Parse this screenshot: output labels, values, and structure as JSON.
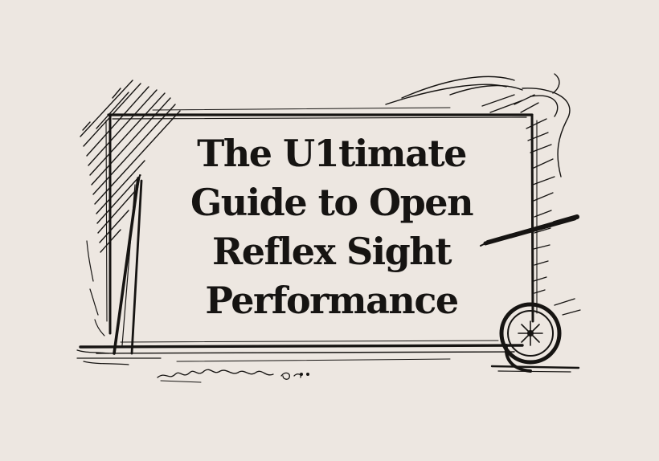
{
  "illustration": {
    "title_lines": [
      "The U1timate",
      "Guide to Open",
      "Reflex Sight",
      "Performance"
    ],
    "ink_color": "#161412",
    "paper_color": "#ede7e1"
  }
}
